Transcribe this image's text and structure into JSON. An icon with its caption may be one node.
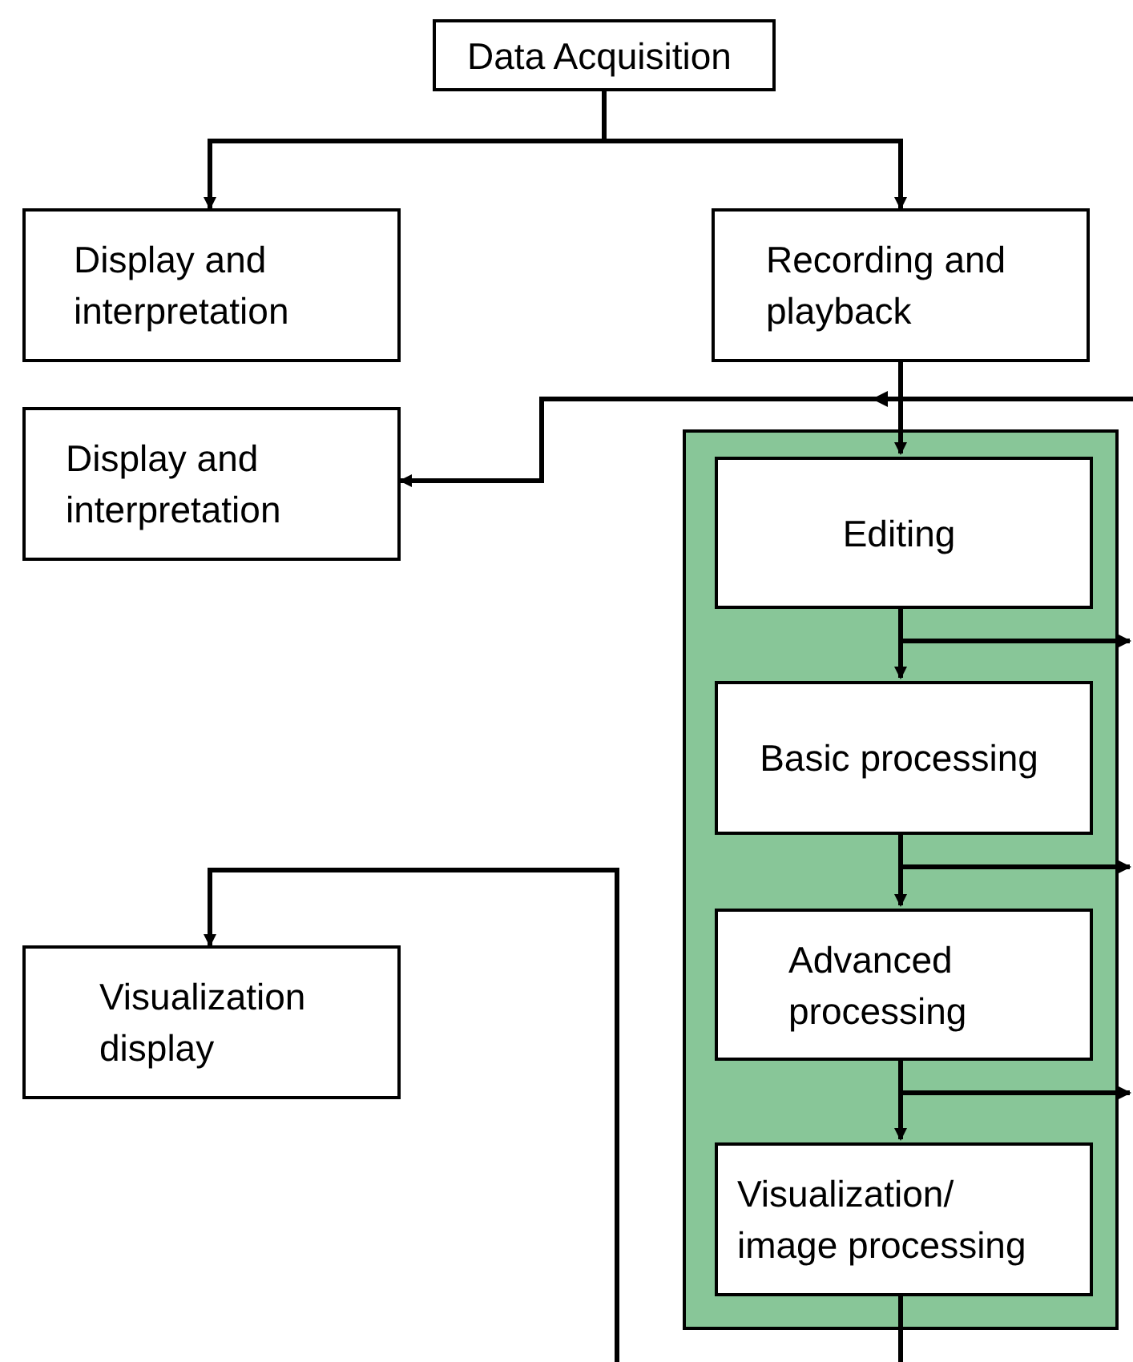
{
  "diagram": {
    "nodes": [
      {
        "text": [
          "Data Acquisition"
        ]
      },
      {
        "text": [
          "Display and interpretation"
        ]
      },
      {
        "text": [
          "Recording and playback"
        ]
      },
      {
        "text": [
          "Display and interpretation"
        ]
      },
      {
        "text": [],
        "shape": "box"
      },
      {
        "text": [
          "Editing"
        ],
        "in": 4
      },
      {
        "text": [
          "Basic processing"
        ],
        "in": 4
      },
      {
        "text": [
          "Advanced processing"
        ],
        "in": 4
      },
      {
        "text": [
          "Visualization/ image processing"
        ],
        "in": 4
      },
      {
        "text": [
          "Visualization display"
        ]
      }
    ],
    "edges": [
      {
        "from": 0,
        "to": 1,
        "arrow": "to"
      },
      {
        "from": 0,
        "to": 2,
        "arrow": "to"
      },
      {
        "from": 2,
        "to": 5,
        "arrow": "to"
      },
      {
        "from": null,
        "to": 3,
        "arrow": "to"
      },
      {
        "from": 5,
        "to": 6,
        "arrow": "to"
      },
      {
        "from": 6,
        "to": 7,
        "arrow": "to"
      },
      {
        "from": 7,
        "to": 8,
        "arrow": "to"
      },
      {
        "from": 5,
        "to": null,
        "arrow": "to"
      },
      {
        "from": 6,
        "to": null,
        "arrow": "to"
      },
      {
        "from": 7,
        "to": null,
        "arrow": "to"
      },
      {
        "from": 8,
        "to": null,
        "arrow": "none"
      },
      {
        "from": null,
        "to": 9,
        "arrow": "to"
      }
    ]
  }
}
